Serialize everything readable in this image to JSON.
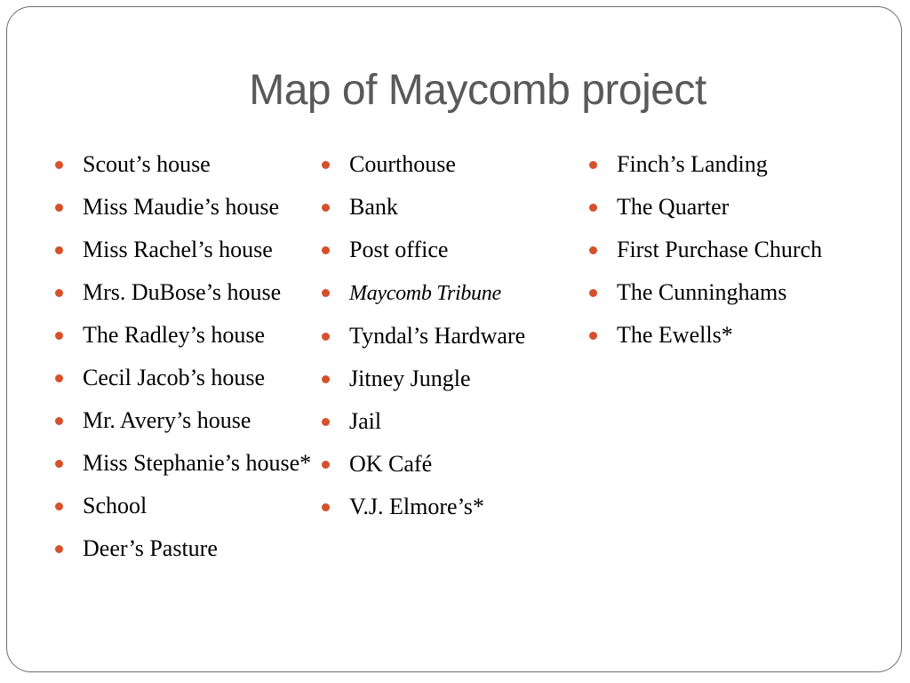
{
  "slide": {
    "title": "Map of Maycomb project",
    "accent_color": "#d5502b",
    "columns": [
      {
        "items": [
          "Scout’s house",
          "Miss Maudie’s house",
          "Miss Rachel’s house",
          "Mrs. DuBose’s house",
          "The Radley’s house",
          "Cecil Jacob’s house",
          "Mr. Avery’s house",
          "Miss Stephanie’s house*",
          "School",
          "Deer’s Pasture"
        ]
      },
      {
        "items": [
          "Courthouse",
          "Bank",
          "Post office",
          "Maycomb Tribune",
          "Tyndal’s Hardware",
          "Jitney Jungle",
          "Jail",
          "OK Café",
          "V.J. Elmore’s*"
        ]
      },
      {
        "items": [
          "Finch’s Landing",
          "The Quarter",
          "First Purchase Church",
          "The Cunninghams",
          "The Ewells*"
        ]
      }
    ]
  }
}
